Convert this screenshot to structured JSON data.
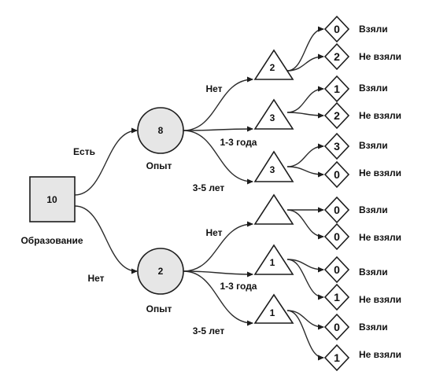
{
  "root": {
    "value": "10",
    "label": "Образование"
  },
  "branches": [
    {
      "edge_label": "Есть",
      "node": {
        "value": "8",
        "label": "Опыт"
      },
      "children": [
        {
          "edge_label": "Нет",
          "value": "2",
          "outcomes": [
            {
              "value": "0",
              "label": "Взяли"
            },
            {
              "value": "2",
              "label": "Не взяли"
            }
          ]
        },
        {
          "edge_label": "1-3 года",
          "value": "3",
          "outcomes": [
            {
              "value": "1",
              "label": "Взяли"
            },
            {
              "value": "2",
              "label": "Не взяли"
            }
          ]
        },
        {
          "edge_label": "3-5 лет",
          "value": "3",
          "outcomes": [
            {
              "value": "3",
              "label": "Взяли"
            },
            {
              "value": "0",
              "label": "Не взяли"
            }
          ]
        }
      ]
    },
    {
      "edge_label": "Нет",
      "node": {
        "value": "2",
        "label": "Опыт"
      },
      "children": [
        {
          "edge_label": "Нет",
          "value": "",
          "outcomes": [
            {
              "value": "0",
              "label": "Взяли"
            },
            {
              "value": "0",
              "label": "Не взяли"
            }
          ]
        },
        {
          "edge_label": "1-3 года",
          "value": "1",
          "outcomes": [
            {
              "value": "0",
              "label": "Взяли"
            },
            {
              "value": "1",
              "label": "Не взяли"
            }
          ]
        },
        {
          "edge_label": "3-5 лет",
          "value": "1",
          "outcomes": [
            {
              "value": "0",
              "label": "Взяли"
            },
            {
              "value": "1",
              "label": "Не взяли"
            }
          ]
        }
      ]
    }
  ]
}
